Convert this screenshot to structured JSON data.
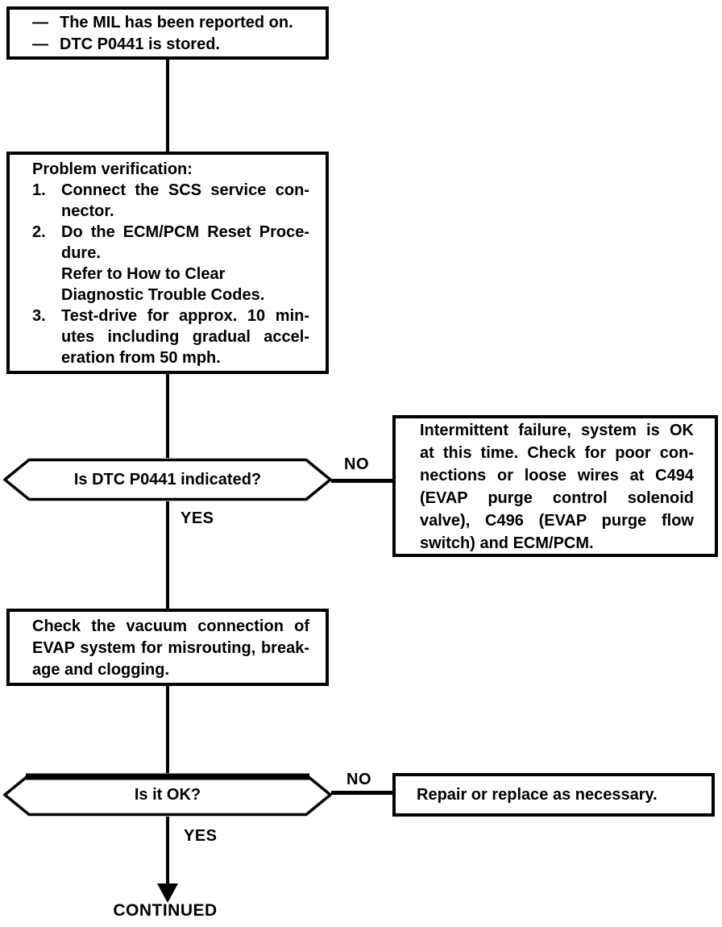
{
  "flowchart": {
    "start_box": {
      "items": [
        {
          "dash": "—",
          "text": "The MIL has been reported on."
        },
        {
          "dash": "—",
          "text": "DTC P0441 is stored."
        }
      ]
    },
    "verify_box": {
      "heading": "Problem verification:",
      "items": [
        {
          "num": "1.",
          "lines": [
            "Connect the SCS service con-",
            "nector."
          ]
        },
        {
          "num": "2.",
          "lines": [
            "Do the ECM/PCM Reset Proce-",
            "dure.",
            "Refer to How to Clear",
            "Diagnostic Trouble Codes."
          ]
        },
        {
          "num": "3.",
          "lines": [
            "Test-drive for approx. 10 min-",
            "utes including gradual accel-",
            "eration from 50 mph."
          ]
        }
      ]
    },
    "decision1": {
      "question": "Is DTC P0441 indicated?",
      "no_label": "NO",
      "yes_label": "YES"
    },
    "intermittent_box": {
      "lines": [
        "Intermittent failure, system is OK",
        "at this time. Check for poor con-",
        "nections or loose wires at C494",
        "(EVAP purge control solenoid",
        "valve), C496 (EVAP purge flow",
        "switch) and ECM/PCM."
      ]
    },
    "vacuum_box": {
      "lines": [
        "Check the vacuum connection of",
        "EVAP system for misrouting, break-",
        "age and clogging."
      ]
    },
    "decision2": {
      "question": "Is it OK?",
      "no_label": "NO",
      "yes_label": "YES"
    },
    "repair_box": {
      "text": "Repair or replace as necessary."
    },
    "continued_label": "CONTINUED",
    "colors": {
      "ink": "#000000",
      "paper": "#ffffff"
    }
  }
}
